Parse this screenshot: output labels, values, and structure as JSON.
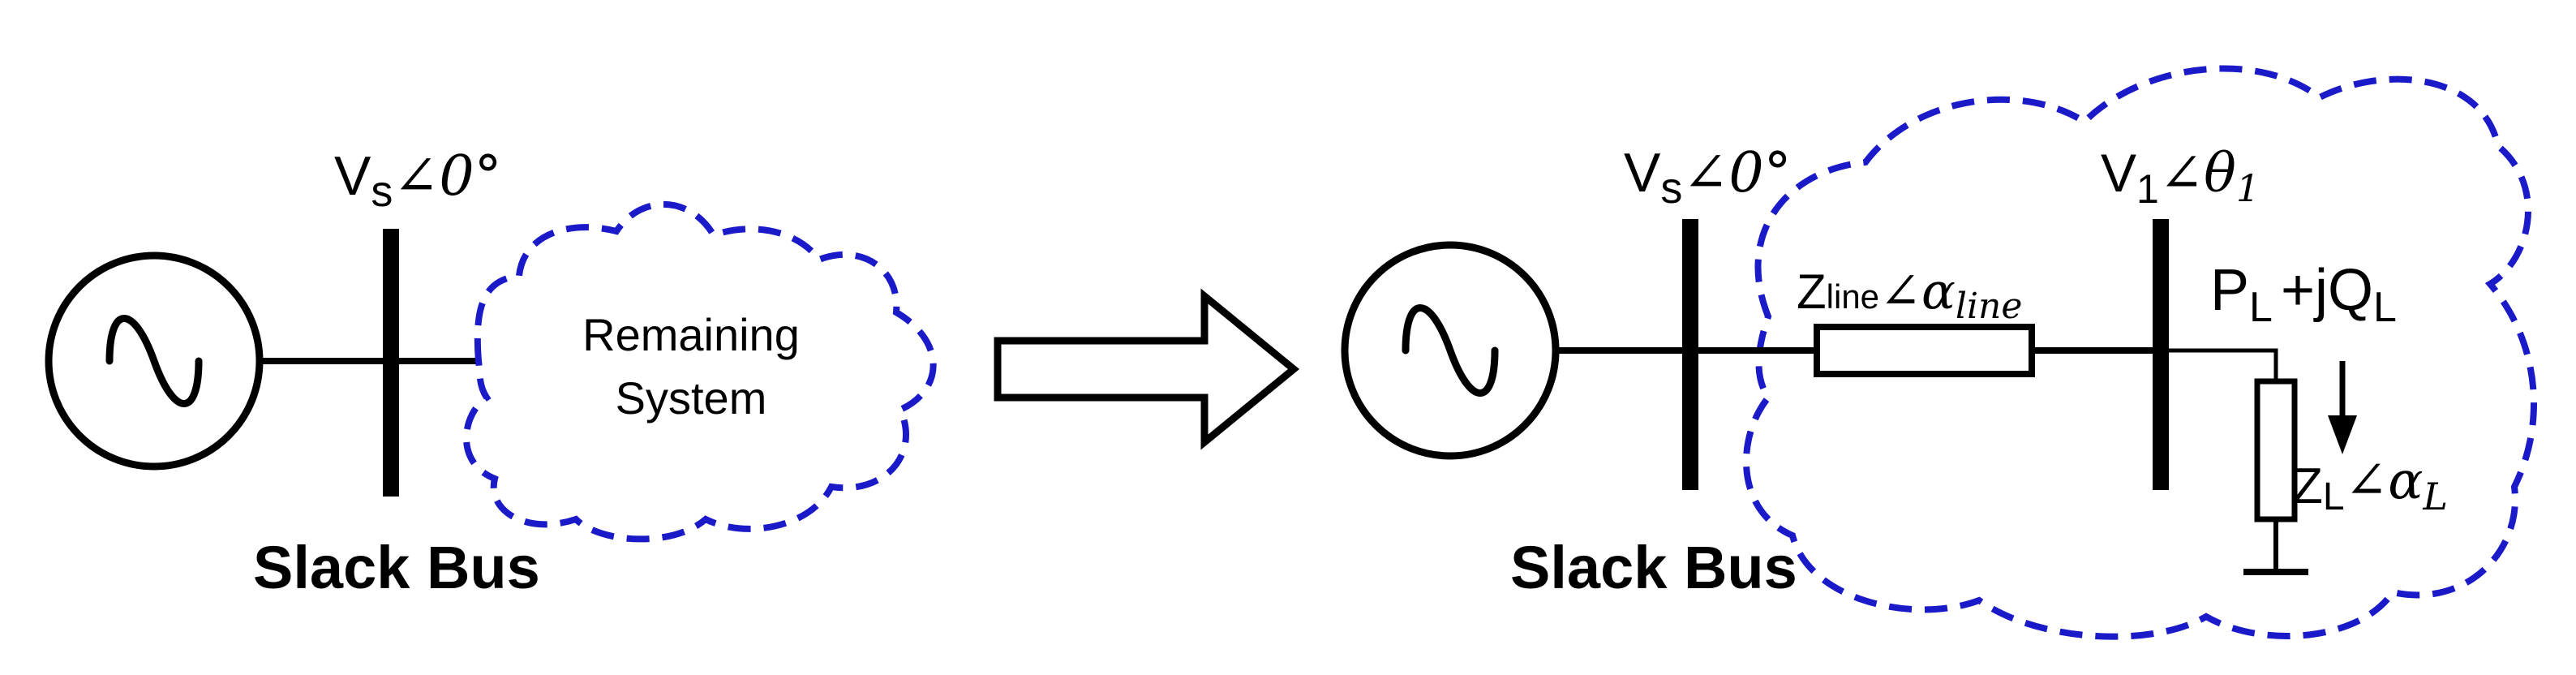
{
  "colors": {
    "stroke": "#000000",
    "cloud": "#1a1ac8",
    "background": "#ffffff"
  },
  "icons": {
    "generator": "ac-source-tilde-icon",
    "arrow": "right-block-arrow-icon",
    "load_flow": "down-arrow-icon",
    "ground": "ground-icon"
  },
  "left": {
    "bus_voltage_main": "V",
    "bus_voltage_sub": "s",
    "bus_voltage_angle": "∠0°",
    "cloud_line1": "Remaining",
    "cloud_line2": "System",
    "slack_label": "Slack Bus"
  },
  "right": {
    "bus_voltage_main": "V",
    "bus_voltage_sub": "s",
    "bus_voltage_angle": "∠0°",
    "line_impedance_main": "Z",
    "line_impedance_sub": "line",
    "line_impedance_angle": "∠α",
    "line_impedance_angle_sub": "line",
    "bus1_voltage_main": "V",
    "bus1_voltage_sub": "1",
    "bus1_voltage_angle": "∠θ",
    "bus1_voltage_angle_sub": "1",
    "load_power_p": "P",
    "load_power_p_sub": "L",
    "load_power_q": "+jQ",
    "load_power_q_sub": "L",
    "load_impedance_main": "Z",
    "load_impedance_sub": "L",
    "load_impedance_angle": "∠α",
    "load_impedance_angle_sub": "L",
    "slack_label": "Slack Bus"
  }
}
